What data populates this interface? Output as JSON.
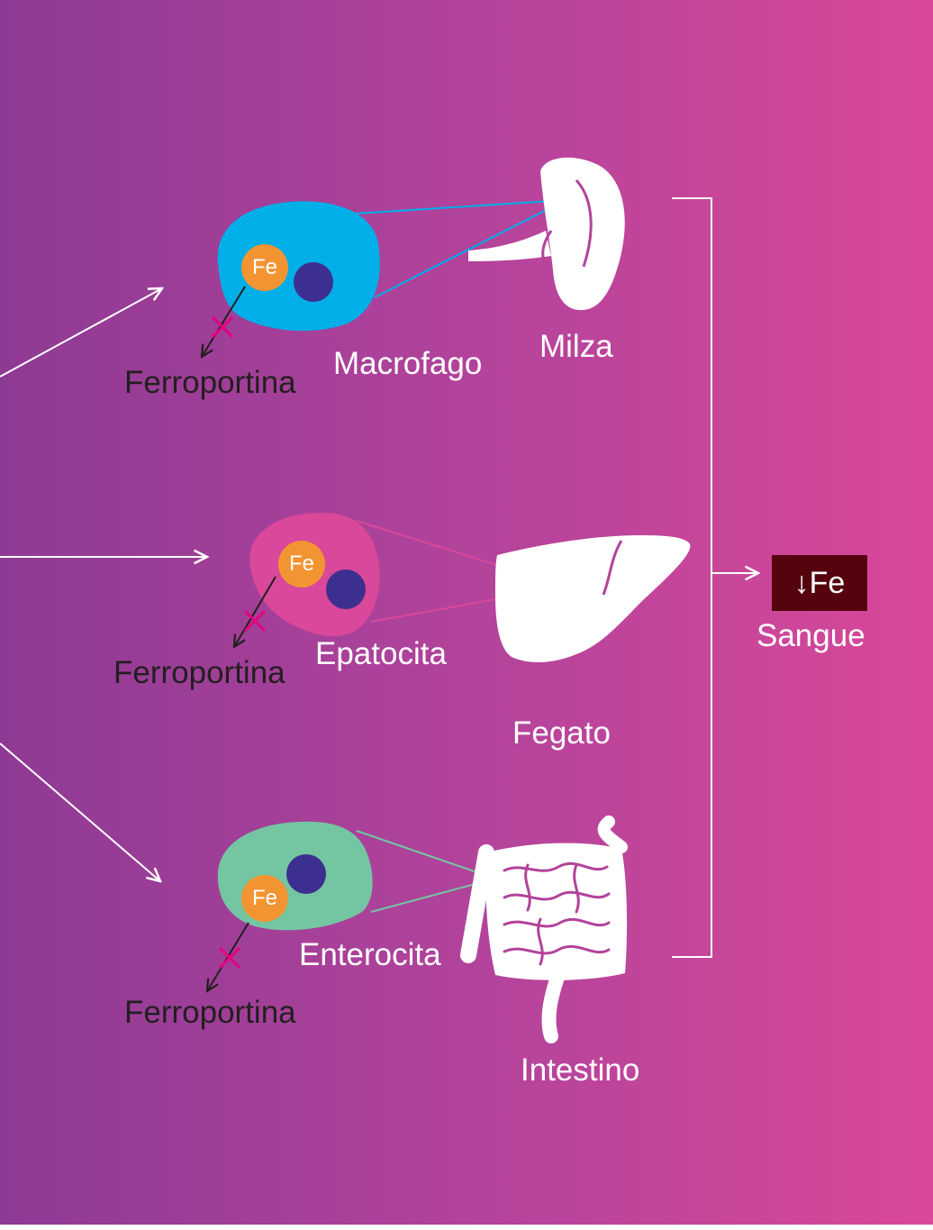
{
  "colors": {
    "background_left": "#8e3a94",
    "background_right": "#d9489a",
    "macrofago_cell": "#00aee8",
    "epatocita_cell": "#d9489a",
    "enterocita_cell": "#74c6a3",
    "iron": "#f39432",
    "nucleus": "#3d2f8f",
    "block_mark": "#e6007e",
    "blood_badge": "#55040e"
  },
  "icons": [
    "spleen-icon",
    "liver-icon",
    "intestine-icon",
    "arrow-icon",
    "cross-icon"
  ],
  "rows": [
    {
      "cell": "Macrofago",
      "organ": "Milza",
      "iron": "Fe",
      "transporter": "Ferroportina"
    },
    {
      "cell": "Epatocita",
      "organ": "Fegato",
      "iron": "Fe",
      "transporter": "Ferroportina"
    },
    {
      "cell": "Enterocita",
      "organ": "Intestino",
      "iron": "Fe",
      "transporter": "Ferroportina"
    }
  ],
  "result": {
    "badge": "↓Fe",
    "label": "Sangue"
  }
}
